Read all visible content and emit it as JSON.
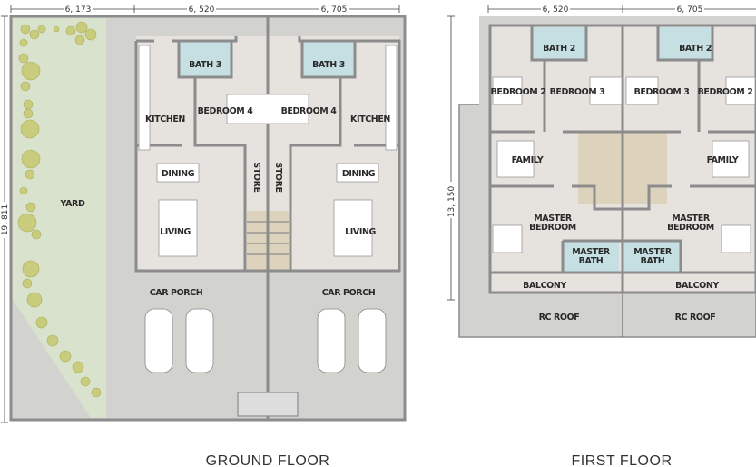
{
  "colors": {
    "floor": "#e6e2de",
    "outdoor": "#d2d2ce",
    "yard": "#d9e2cc",
    "bath": "#c5dfe2",
    "tree": "#c9cc7c",
    "wall": "#8c8c8c",
    "stair": "#ddd3bd"
  },
  "ground_floor": {
    "title": "GROUND FLOOR",
    "dimensions": {
      "width_1": "6, 173",
      "width_2": "6, 520",
      "width_3": "6, 705",
      "depth": "19, 811"
    },
    "rooms": {
      "yard": "YARD",
      "bath_left": "BATH 3",
      "bath_right": "BATH 3",
      "bedroom_left": "BEDROOM 4",
      "bedroom_right": "BEDROOM 4",
      "kitchen_left": "KITCHEN",
      "kitchen_right": "KITCHEN",
      "dining_left": "DINING",
      "dining_right": "DINING",
      "store_left": "STORE",
      "store_right": "STORE",
      "living_left": "LIVING",
      "living_right": "LIVING",
      "porch_left": "CAR PORCH",
      "porch_right": "CAR PORCH"
    }
  },
  "first_floor": {
    "title": "FIRST FLOOR",
    "dimensions": {
      "width_1": "6, 520",
      "width_2": "6, 705",
      "depth": "13, 150"
    },
    "rooms": {
      "bath2_left": "BATH 2",
      "bath2_right": "BATH 2",
      "bed2_left": "BEDROOM 2",
      "bed2_right": "BEDROOM 2",
      "bed3_left": "BEDROOM 3",
      "bed3_right": "BEDROOM 3",
      "family_left": "FAMILY",
      "family_right": "FAMILY",
      "master_left_1": "MASTER",
      "master_left_2": "BEDROOM",
      "master_right_1": "MASTER",
      "master_right_2": "BEDROOM",
      "mbath_left_1": "MASTER",
      "mbath_left_2": "BATH",
      "mbath_right_1": "MASTER",
      "mbath_right_2": "BATH",
      "balcony_left": "BALCONY",
      "balcony_right": "BALCONY",
      "roof_left": "RC ROOF",
      "roof_right": "RC ROOF"
    }
  }
}
